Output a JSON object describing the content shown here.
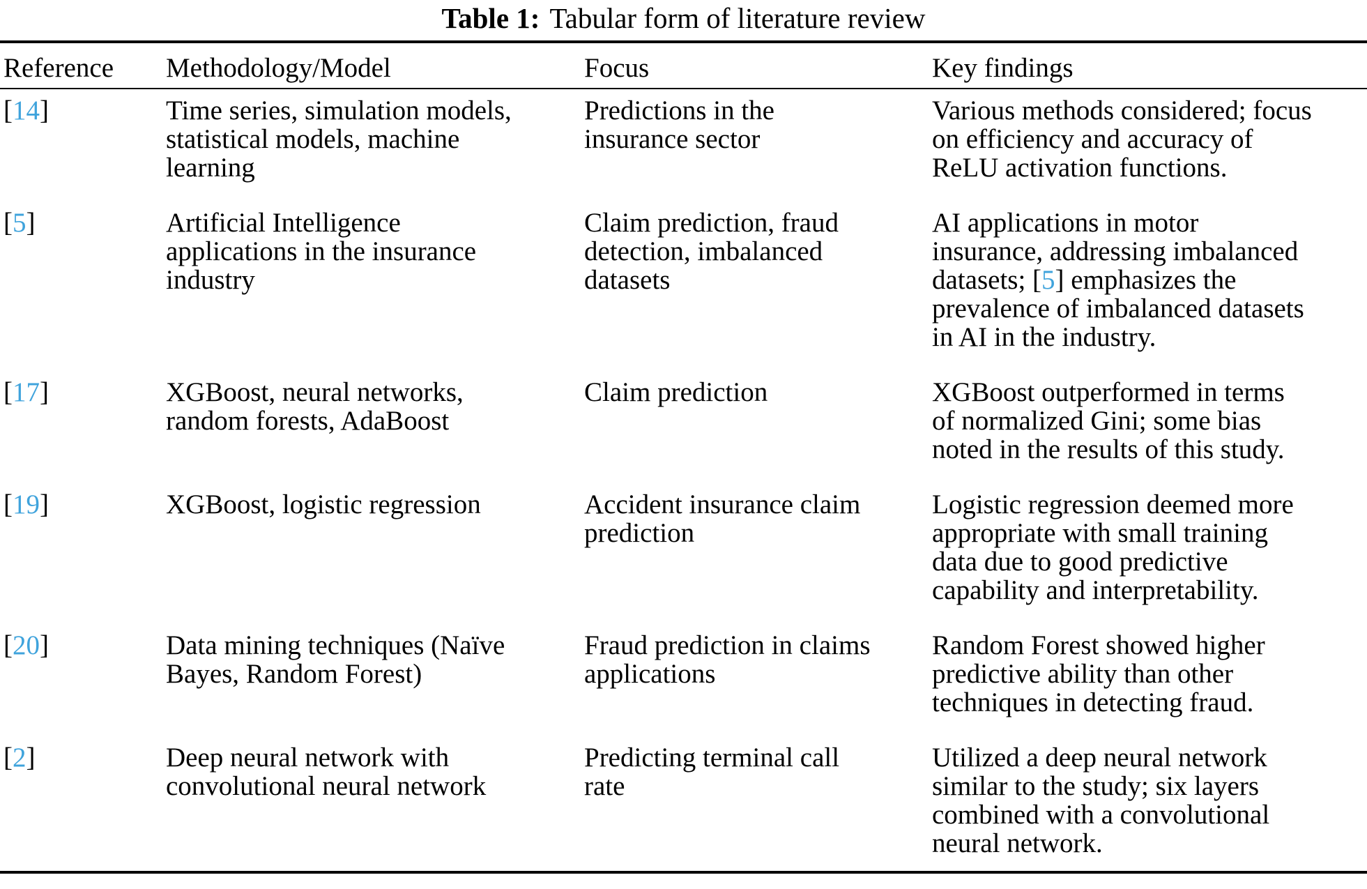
{
  "title": {
    "label": "Table 1:",
    "text": "Tabular form of literature review"
  },
  "accent_color": "#3FA3DC",
  "columns": [
    {
      "label": "Reference"
    },
    {
      "label": "Methodology/Model"
    },
    {
      "label": "Focus"
    },
    {
      "label": "Key findings"
    }
  ],
  "rows": [
    {
      "reference": [
        {
          "text": "["
        },
        {
          "text": "14",
          "accent": true
        },
        {
          "text": "]"
        }
      ],
      "methodology": [
        {
          "text": "Time series, simulation models,\nstatistical models, machine\nlearning"
        }
      ],
      "focus": [
        {
          "text": "Predictions in the\ninsurance sector"
        }
      ],
      "key_findings": [
        {
          "text": "Various methods considered; focus\non efficiency and accuracy of\nReLU activation functions."
        }
      ]
    },
    {
      "reference": [
        {
          "text": "["
        },
        {
          "text": "5",
          "accent": true
        },
        {
          "text": "]"
        }
      ],
      "methodology": [
        {
          "text": "Artificial Intelligence\napplications in the insurance\nindustry"
        }
      ],
      "focus": [
        {
          "text": "Claim prediction, fraud\ndetection, imbalanced\ndatasets"
        }
      ],
      "key_findings": [
        {
          "text": "AI applications in motor\ninsurance, addressing imbalanced\ndatasets; ["
        },
        {
          "text": "5",
          "accent": true
        },
        {
          "text": "] emphasizes the\nprevalence of imbalanced datasets\nin AI in the industry."
        }
      ]
    },
    {
      "reference": [
        {
          "text": "["
        },
        {
          "text": "17",
          "accent": true
        },
        {
          "text": "]"
        }
      ],
      "methodology": [
        {
          "text": "XGBoost, neural networks,\nrandom forests, AdaBoost"
        }
      ],
      "focus": [
        {
          "text": "Claim prediction"
        }
      ],
      "key_findings": [
        {
          "text": "XGBoost outperformed in terms\nof normalized Gini; some bias\nnoted in the results of this study."
        }
      ]
    },
    {
      "reference": [
        {
          "text": "["
        },
        {
          "text": "19",
          "accent": true
        },
        {
          "text": "]"
        }
      ],
      "methodology": [
        {
          "text": "XGBoost, logistic regression"
        }
      ],
      "focus": [
        {
          "text": "Accident insurance claim\nprediction"
        }
      ],
      "key_findings": [
        {
          "text": "Logistic regression deemed more\nappropriate with small training\ndata due to good predictive\ncapability and interpretability."
        }
      ]
    },
    {
      "reference": [
        {
          "text": "["
        },
        {
          "text": "20",
          "accent": true
        },
        {
          "text": "]"
        }
      ],
      "methodology": [
        {
          "text": "Data mining techniques (Naïve\nBayes, Random Forest)"
        }
      ],
      "focus": [
        {
          "text": "Fraud prediction in claims\napplications"
        }
      ],
      "key_findings": [
        {
          "text": "Random Forest showed higher\npredictive ability than other\ntechniques in detecting fraud."
        }
      ]
    },
    {
      "reference": [
        {
          "text": "["
        },
        {
          "text": "2",
          "accent": true
        },
        {
          "text": "]"
        }
      ],
      "methodology": [
        {
          "text": "Deep neural network with\nconvolutional neural network"
        }
      ],
      "focus": [
        {
          "text": "Predicting terminal call\nrate"
        }
      ],
      "key_findings": [
        {
          "text": "Utilized a deep neural network\nsimilar to the study; six layers\ncombined with a convolutional\nneural network."
        }
      ]
    }
  ]
}
